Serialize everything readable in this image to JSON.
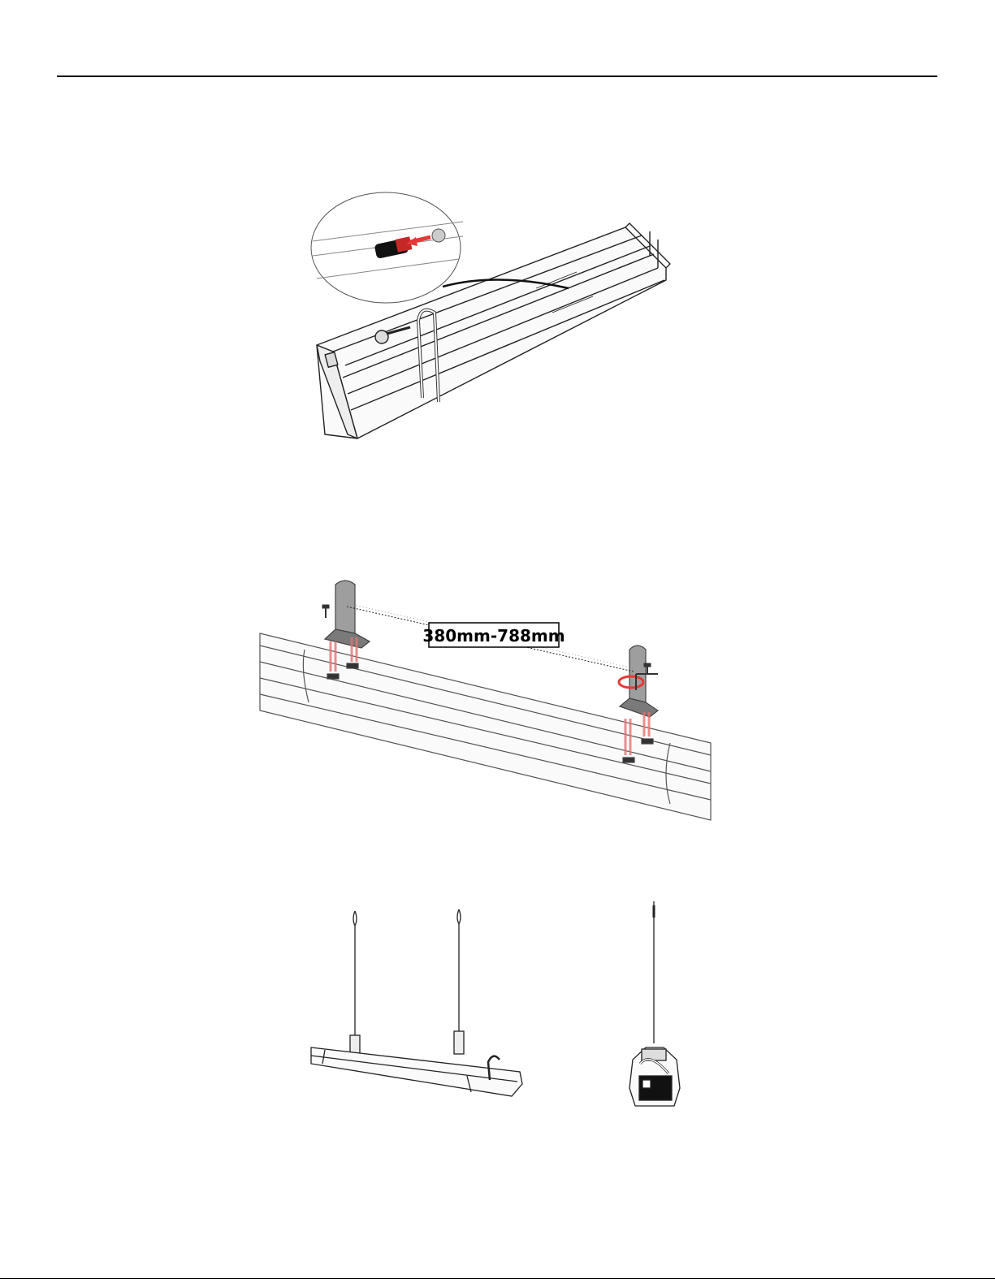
{
  "figures": {
    "figure1": {
      "name": "end-cap-screw-insertion"
    },
    "figure2": {
      "name": "mounting-bracket-spacing",
      "dimension_label": "380mm-788mm"
    },
    "figure3": {
      "name": "suspension-cable-mounting"
    }
  }
}
